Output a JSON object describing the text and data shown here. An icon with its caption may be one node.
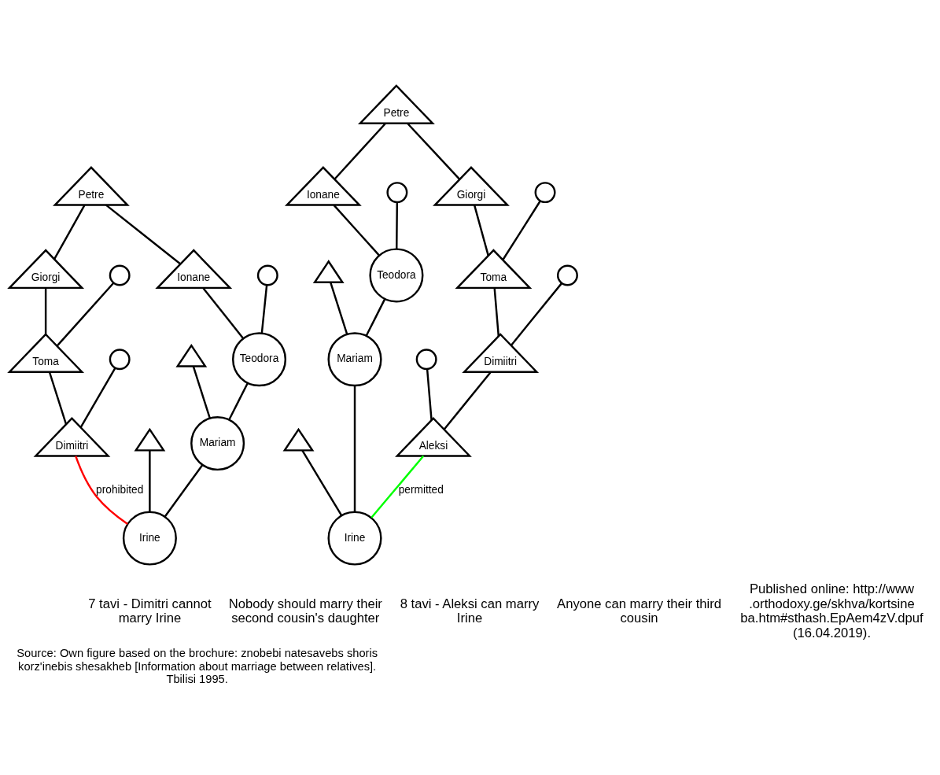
{
  "diagram": {
    "caption": "Source: Own figure based on the brochure: znobebi natesavebs shoris korz'inebis shesakheb [Information about marriage between relatives]. Tbilisi 1995.",
    "nodes": [
      {
        "text": [
          "Petre"
        ]
      },
      {
        "text": [
          "Giorgi"
        ]
      },
      {
        "text": [],
        "shape": "circle"
      },
      {
        "text": [
          "Ionane"
        ]
      },
      {
        "text": [],
        "shape": "circle"
      },
      {
        "text": [
          "Toma"
        ]
      },
      {
        "text": [],
        "shape": "circle"
      },
      {
        "text": [],
        "shape": "triangle"
      },
      {
        "text": [
          "Teodora"
        ]
      },
      {
        "text": [
          "Dimiitri"
        ]
      },
      {
        "text": [],
        "shape": "triangle"
      },
      {
        "text": [
          "Mariam"
        ]
      },
      {
        "text": [
          "Irine"
        ]
      },
      {
        "text": [
          "Petre"
        ]
      },
      {
        "text": [
          "Giorgi"
        ]
      },
      {
        "text": [],
        "shape": "circle"
      },
      {
        "text": [
          "Ionane"
        ]
      },
      {
        "text": [],
        "shape": "circle"
      },
      {
        "text": [
          "Toma"
        ]
      },
      {
        "text": [],
        "shape": "circle"
      },
      {
        "text": [],
        "shape": "triangle"
      },
      {
        "text": [
          "Teodora"
        ]
      },
      {
        "text": [
          "Dimiitri"
        ]
      },
      {
        "text": [],
        "shape": "circle"
      },
      {
        "text": [],
        "shape": "triangle"
      },
      {
        "text": [
          "Mariam"
        ]
      },
      {
        "text": [
          "Aleksi"
        ]
      },
      {
        "text": [
          "Irine"
        ]
      }
    ],
    "edges": [
      {
        "from": 0,
        "to": 1,
        "arrow": "none"
      },
      {
        "from": 0,
        "to": 3,
        "arrow": "none"
      },
      {
        "from": 1,
        "to": 5,
        "arrow": "none"
      },
      {
        "from": 2,
        "to": 5,
        "arrow": "none"
      },
      {
        "from": 3,
        "to": 8,
        "arrow": "none"
      },
      {
        "from": 4,
        "to": 8,
        "arrow": "none"
      },
      {
        "from": 5,
        "to": 9,
        "arrow": "none"
      },
      {
        "from": 6,
        "to": 9,
        "arrow": "none"
      },
      {
        "from": 7,
        "to": 11,
        "arrow": "none"
      },
      {
        "from": 8,
        "to": 11,
        "arrow": "none"
      },
      {
        "from": 10,
        "to": 12,
        "arrow": "none"
      },
      {
        "from": 11,
        "to": 12,
        "arrow": "none"
      },
      {
        "from": 9,
        "to": 12,
        "arrow": "none",
        "label": "prohibited",
        "color": "#ff0000"
      },
      {
        "from": 13,
        "to": 14,
        "arrow": "none"
      },
      {
        "from": 13,
        "to": 16,
        "arrow": "none"
      },
      {
        "from": 14,
        "to": 18,
        "arrow": "none"
      },
      {
        "from": 15,
        "to": 18,
        "arrow": "none"
      },
      {
        "from": 16,
        "to": 21,
        "arrow": "none"
      },
      {
        "from": 17,
        "to": 21,
        "arrow": "none"
      },
      {
        "from": 18,
        "to": 22,
        "arrow": "none"
      },
      {
        "from": 19,
        "to": 22,
        "arrow": "none"
      },
      {
        "from": 20,
        "to": 25,
        "arrow": "none"
      },
      {
        "from": 21,
        "to": 25,
        "arrow": "none"
      },
      {
        "from": 22,
        "to": 26,
        "arrow": "none"
      },
      {
        "from": 23,
        "to": 26,
        "arrow": "none"
      },
      {
        "from": 24,
        "to": 27,
        "arrow": "none"
      },
      {
        "from": 25,
        "to": 27,
        "arrow": "none"
      },
      {
        "from": 26,
        "to": 27,
        "arrow": "none",
        "label": "permitted",
        "color": "#00ff00"
      }
    ],
    "labels": [
      "7 tavi - Dimitri cannot marry Irine",
      "Nobody should marry their second cousin's daughter",
      "8 tavi - Aleksi can marry Irine",
      "Anyone can marry their third cousin",
      "Published online: http://www.orthodoxy.ge/skhva/kortsineba.htm#sthash.EpAem4zV.dpuf (16.04.2019)."
    ]
  }
}
